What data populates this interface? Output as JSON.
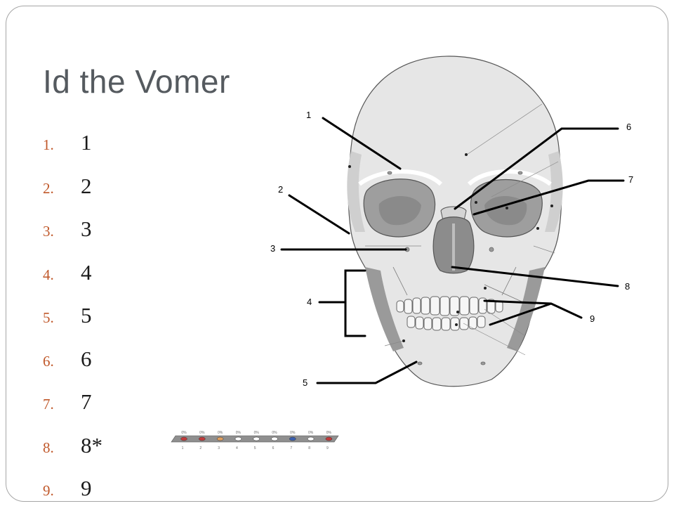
{
  "slide": {
    "title": "Id the Vomer",
    "answers": [
      {
        "num": "1.",
        "text": "1"
      },
      {
        "num": "2.",
        "text": "2"
      },
      {
        "num": "3.",
        "text": "3"
      },
      {
        "num": "4.",
        "text": "4"
      },
      {
        "num": "5.",
        "text": "5"
      },
      {
        "num": "6.",
        "text": "6"
      },
      {
        "num": "7.",
        "text": "7"
      },
      {
        "num": "8.",
        "text": "8*"
      },
      {
        "num": "9.",
        "text": "9"
      }
    ]
  },
  "diagram": {
    "labels": [
      "1",
      "2",
      "3",
      "4",
      "5",
      "6",
      "7",
      "8",
      "9"
    ],
    "colors": {
      "bone": "#e6e6e6",
      "shadow": "#bdbdbd",
      "dark": "#8c8c8c",
      "outline": "#555555"
    }
  },
  "response_bar": {
    "percents": [
      "0%",
      "0%",
      "0%",
      "0%",
      "0%",
      "0%",
      "0%",
      "0%",
      "0%"
    ],
    "options": [
      "1",
      "2",
      "3",
      "4",
      "5",
      "6",
      "7",
      "8",
      "9"
    ],
    "marker_colors": [
      "#c23b3b",
      "#c23b3b",
      "#e0a060",
      "#ffffff",
      "#ffffff",
      "#ffffff",
      "#3a5fb0",
      "#ffffff",
      "#c23b3b"
    ]
  }
}
